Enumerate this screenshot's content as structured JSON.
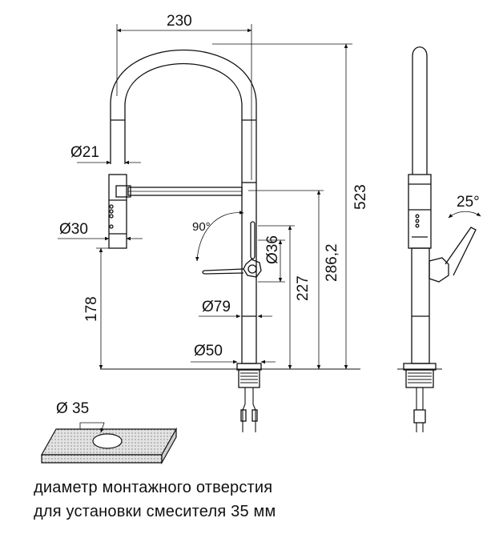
{
  "dimensions": {
    "width_top": "230",
    "height_total": "523",
    "height_spout": "286,2",
    "height_handle": "227",
    "height_nozzle": "178",
    "dia_hose": "Ø21",
    "dia_head": "Ø30",
    "dia_body": "Ø36",
    "dia_base_top": "Ø79",
    "dia_base": "Ø50",
    "angle_handle": "90°",
    "angle_side": "25°",
    "hole_dia": "Ø 35"
  },
  "caption": {
    "line1": "диаметр монтажного отверстия",
    "line2": "для установки смесителя 35 мм"
  },
  "colors": {
    "line": "#111111",
    "hatch": "#d9d9d9"
  }
}
